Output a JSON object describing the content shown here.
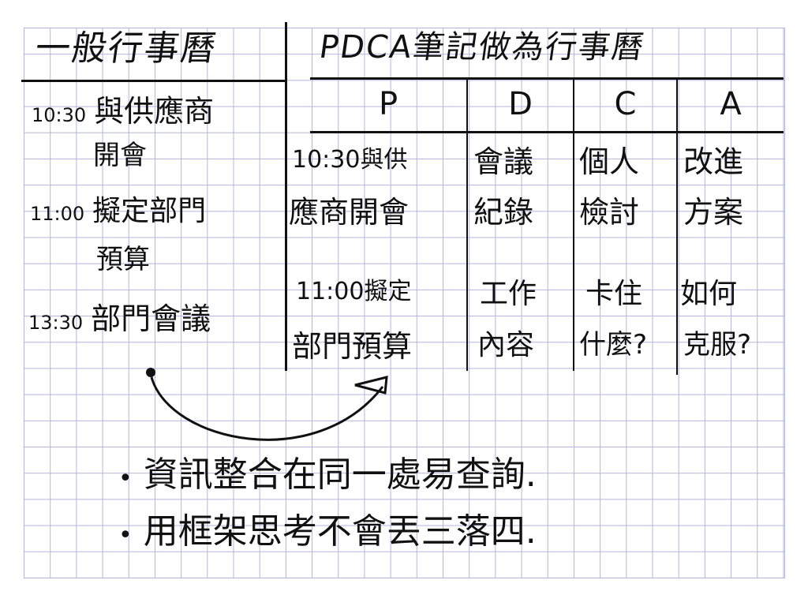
{
  "colors": {
    "paper": "#ffffff",
    "grid_line": "#b4b4dc",
    "ink": "#111111"
  },
  "left_panel": {
    "title": "一般行事曆",
    "entries": [
      {
        "time": "10:30",
        "text_line1": "與供應商",
        "text_line2": "開會"
      },
      {
        "time": "11:00",
        "text_line1": "擬定部門",
        "text_line2": "預算"
      },
      {
        "time": "13:30",
        "text_line1": "部門會議",
        "text_line2": ""
      }
    ]
  },
  "right_panel": {
    "title": "PDCA筆記做為行事曆",
    "columns": [
      "P",
      "D",
      "C",
      "A"
    ],
    "rows": [
      {
        "P": [
          "10:30與供",
          "應商開會"
        ],
        "D": [
          "會議",
          "紀錄"
        ],
        "C": [
          "個人",
          "檢討"
        ],
        "A": [
          "改進",
          "方案"
        ]
      },
      {
        "P": [
          "11:00擬定",
          "部門預算"
        ],
        "D": [
          "工作",
          "內容"
        ],
        "C": [
          "卡住",
          "什麼?"
        ],
        "A": [
          "如何",
          "克服?"
        ]
      }
    ]
  },
  "arrow": {
    "from": "left_panel.entries",
    "to": "right_panel.rows"
  },
  "bullets": [
    "資訊整合在同一處易查詢.",
    "用框架思考不會丟三落四."
  ]
}
